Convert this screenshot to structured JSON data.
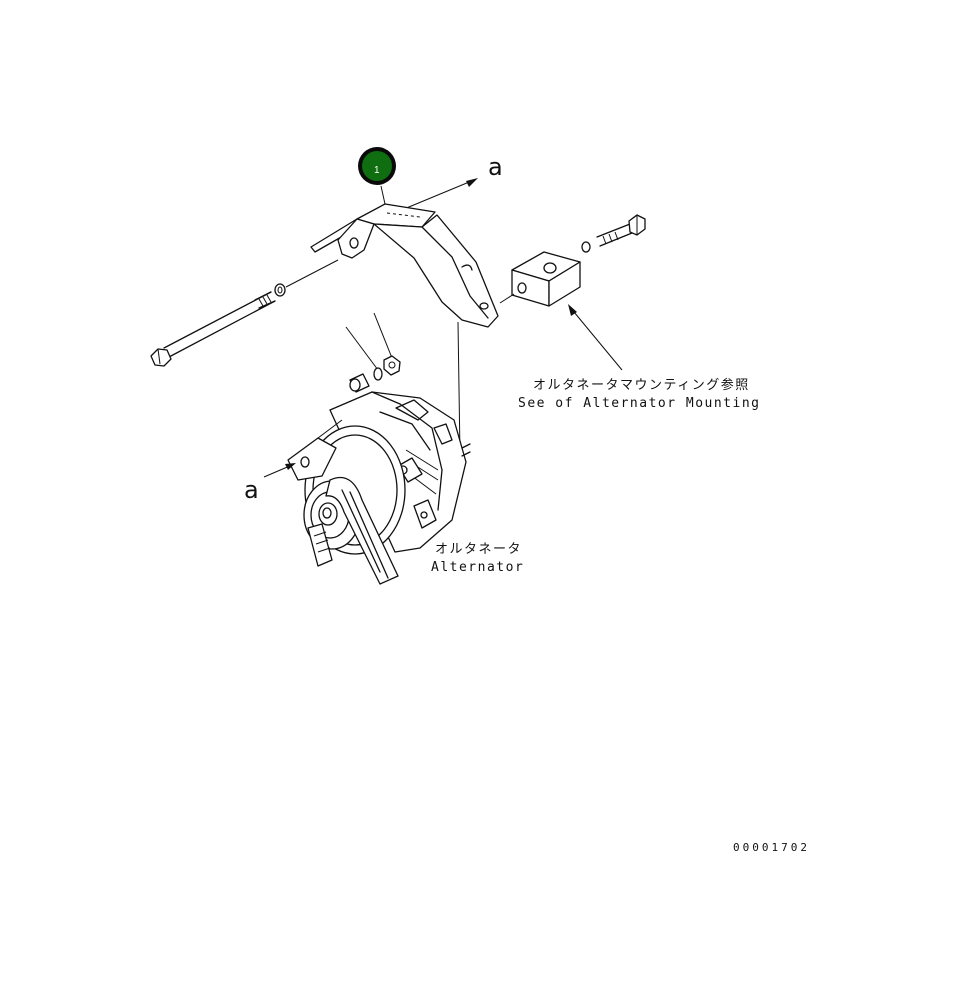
{
  "callout": {
    "number": "1",
    "fill": "#0f6e0f",
    "ring": "#0a0a0a"
  },
  "view_refs": {
    "top": "a",
    "left": "a"
  },
  "labels": {
    "mounting_jp": "オルタネータマウンティング参照",
    "mounting_en": "See of Alternator Mounting",
    "alternator_jp": "オルタネータ",
    "alternator_en": "Alternator"
  },
  "drawing_number": "00001702"
}
